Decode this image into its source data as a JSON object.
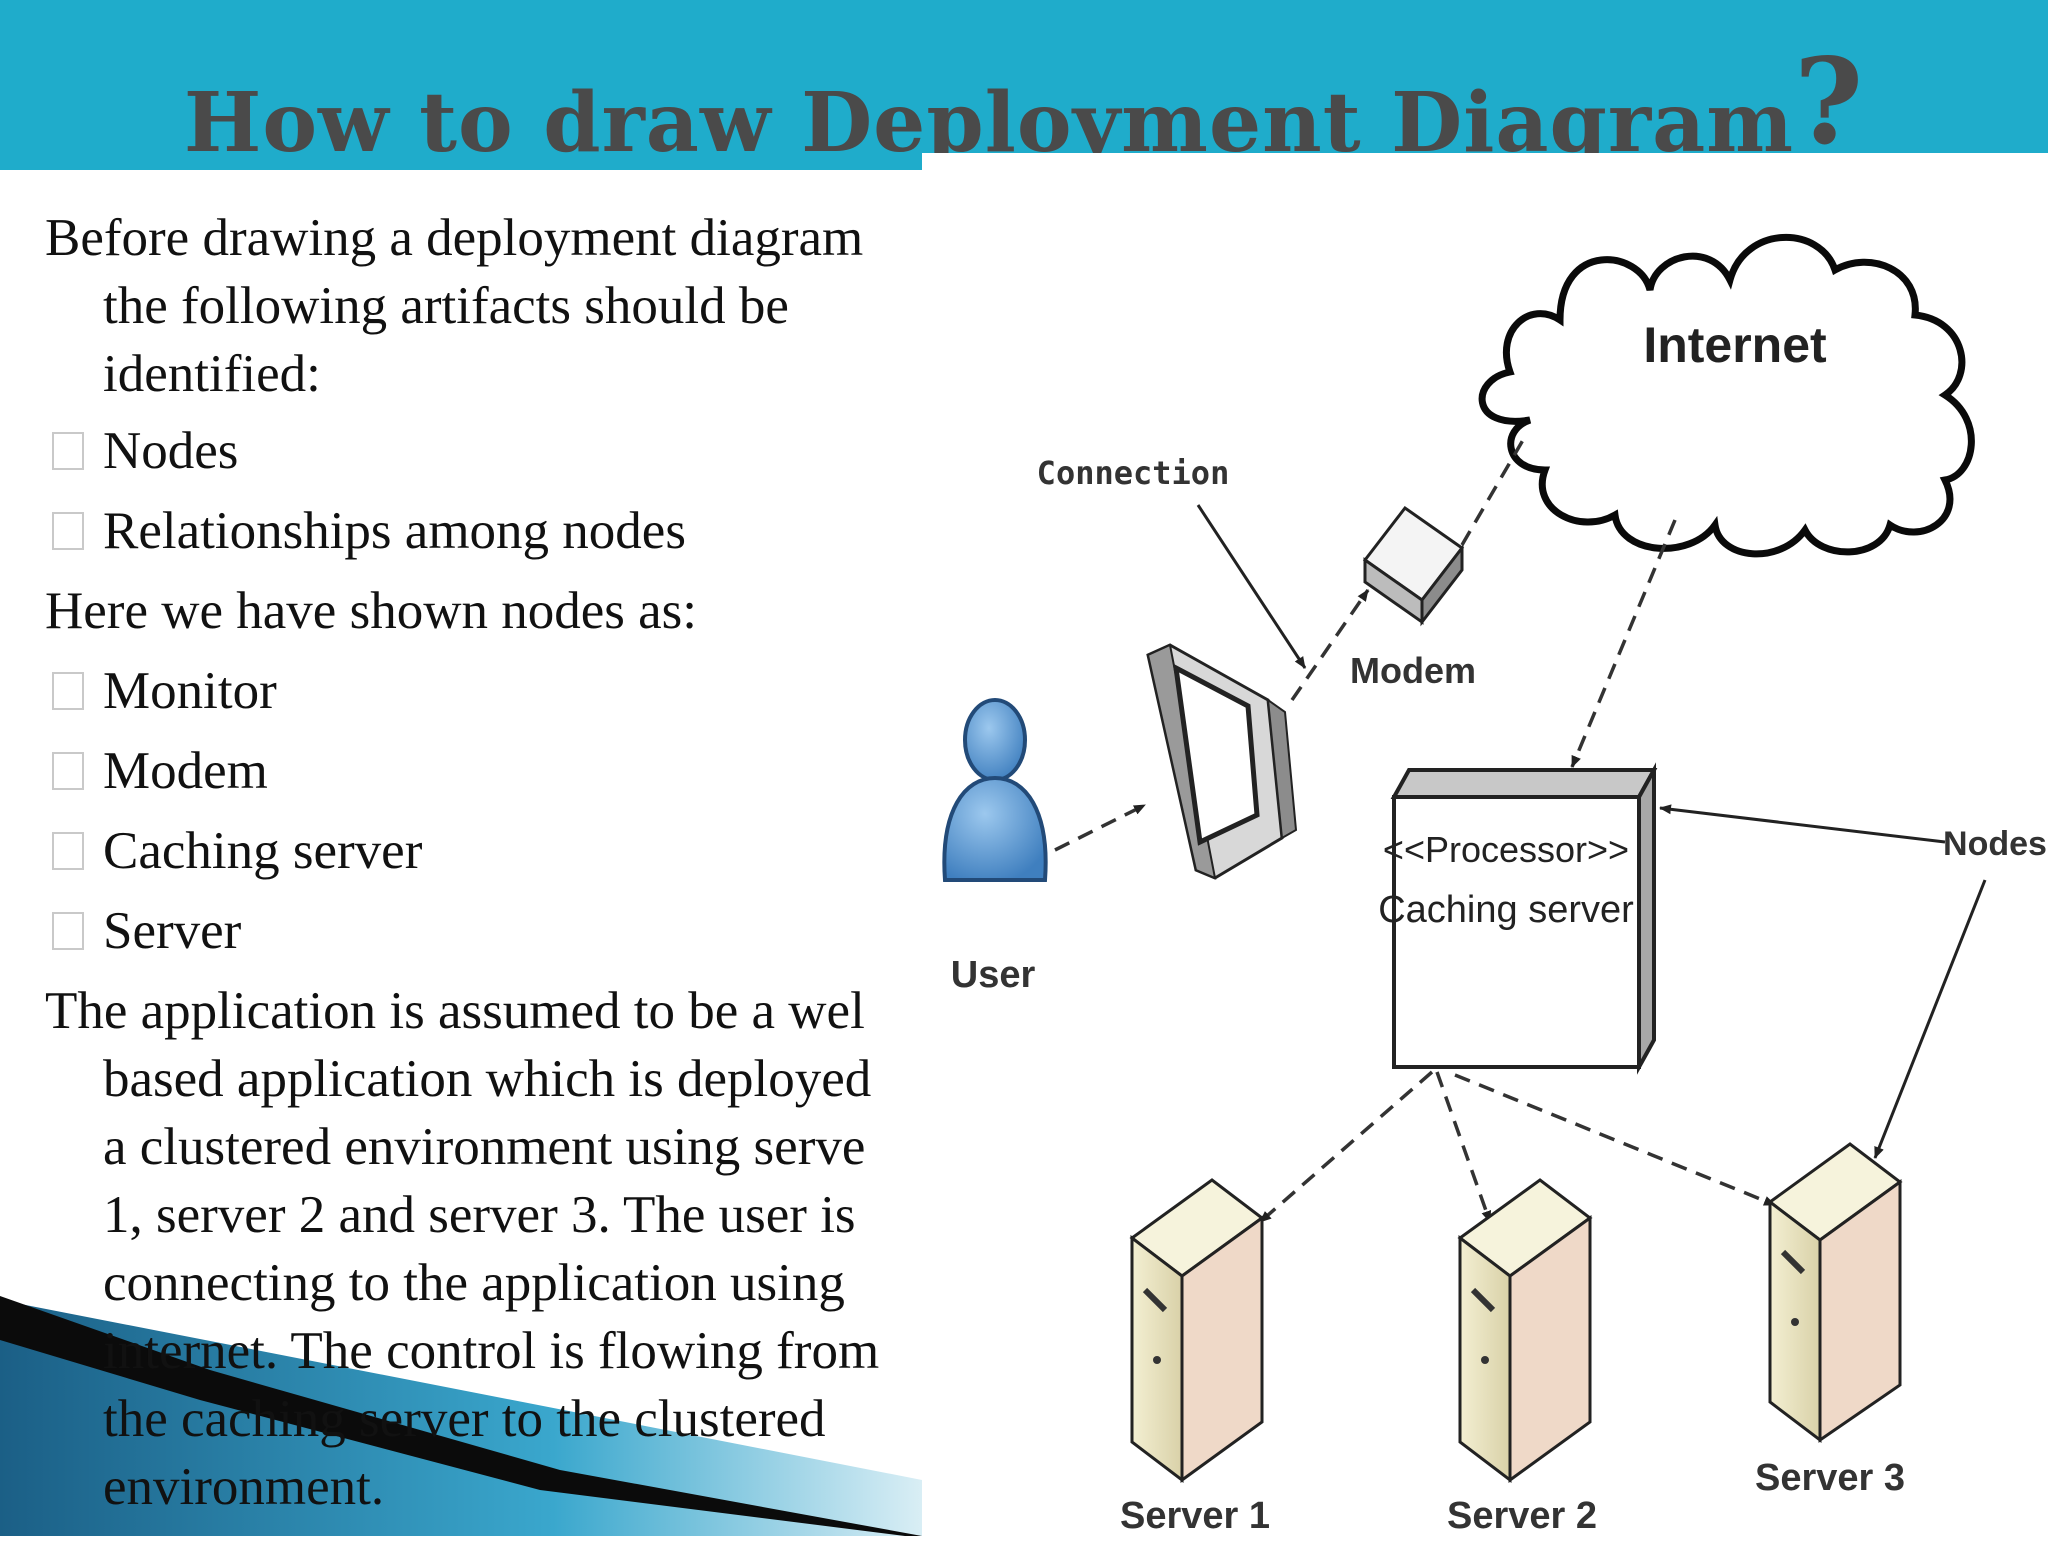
{
  "slide": {
    "title": "How to draw Deployment Diagram",
    "title_mark": "?"
  },
  "text": {
    "intro": [
      "Before drawing a deployment diagram",
      "the following artifacts should be",
      "identified:"
    ],
    "artifacts": [
      "Nodes",
      "Relationships among nodes"
    ],
    "nodes_heading": "Here we have shown nodes as:",
    "nodes": [
      "Monitor",
      "Modem",
      "Caching server",
      "Server"
    ],
    "description": [
      "The application is assumed to be a wel",
      "based application which is deployed",
      "a clustered environment using serve",
      "1, server 2 and server 3. The user is",
      "connecting to the application using",
      "internet. The control is flowing from",
      "the caching server to the clustered",
      "environment."
    ]
  },
  "diagram": {
    "internet": "Internet",
    "connection": "Connection",
    "modem": "Modem",
    "user": "User",
    "processor_stereotype": "<<Processor>>",
    "caching_server": "Caching server",
    "nodes_label": "Nodes",
    "servers": [
      "Server 1",
      "Server 2",
      "Server 3"
    ]
  },
  "colors": {
    "header": "#1faccb",
    "title_text": "#4a4a4a",
    "user_figure": "#4f8fcf"
  }
}
